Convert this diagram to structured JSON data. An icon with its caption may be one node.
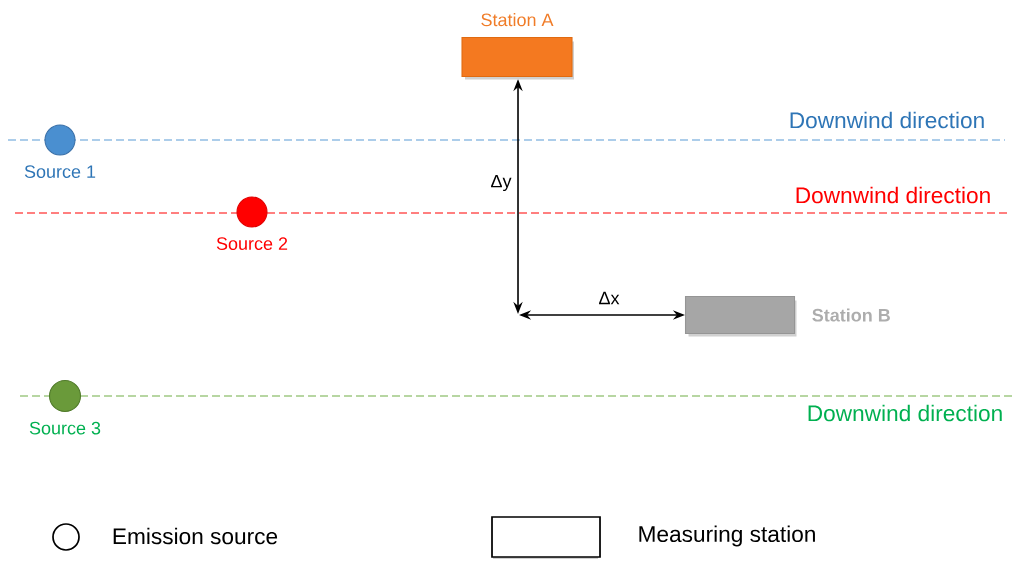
{
  "diagram": {
    "nodes": [
      {
        "text": [
          "Station A"
        ]
      },
      {
        "text": [
          "Source 1"
        ]
      },
      {
        "text": [
          "Source 2"
        ]
      },
      {
        "text": [],
        "shape": "box",
        "beside": [
          "Station B"
        ]
      },
      {
        "text": [
          "Source 3"
        ]
      }
    ],
    "labels": [
      "Downwind direction",
      "Δy",
      "Downwind direction",
      "Δx",
      "Downwind direction"
    ],
    "legend": [
      {
        "text": "Emission source"
      },
      {
        "text": "Measuring station"
      }
    ]
  }
}
